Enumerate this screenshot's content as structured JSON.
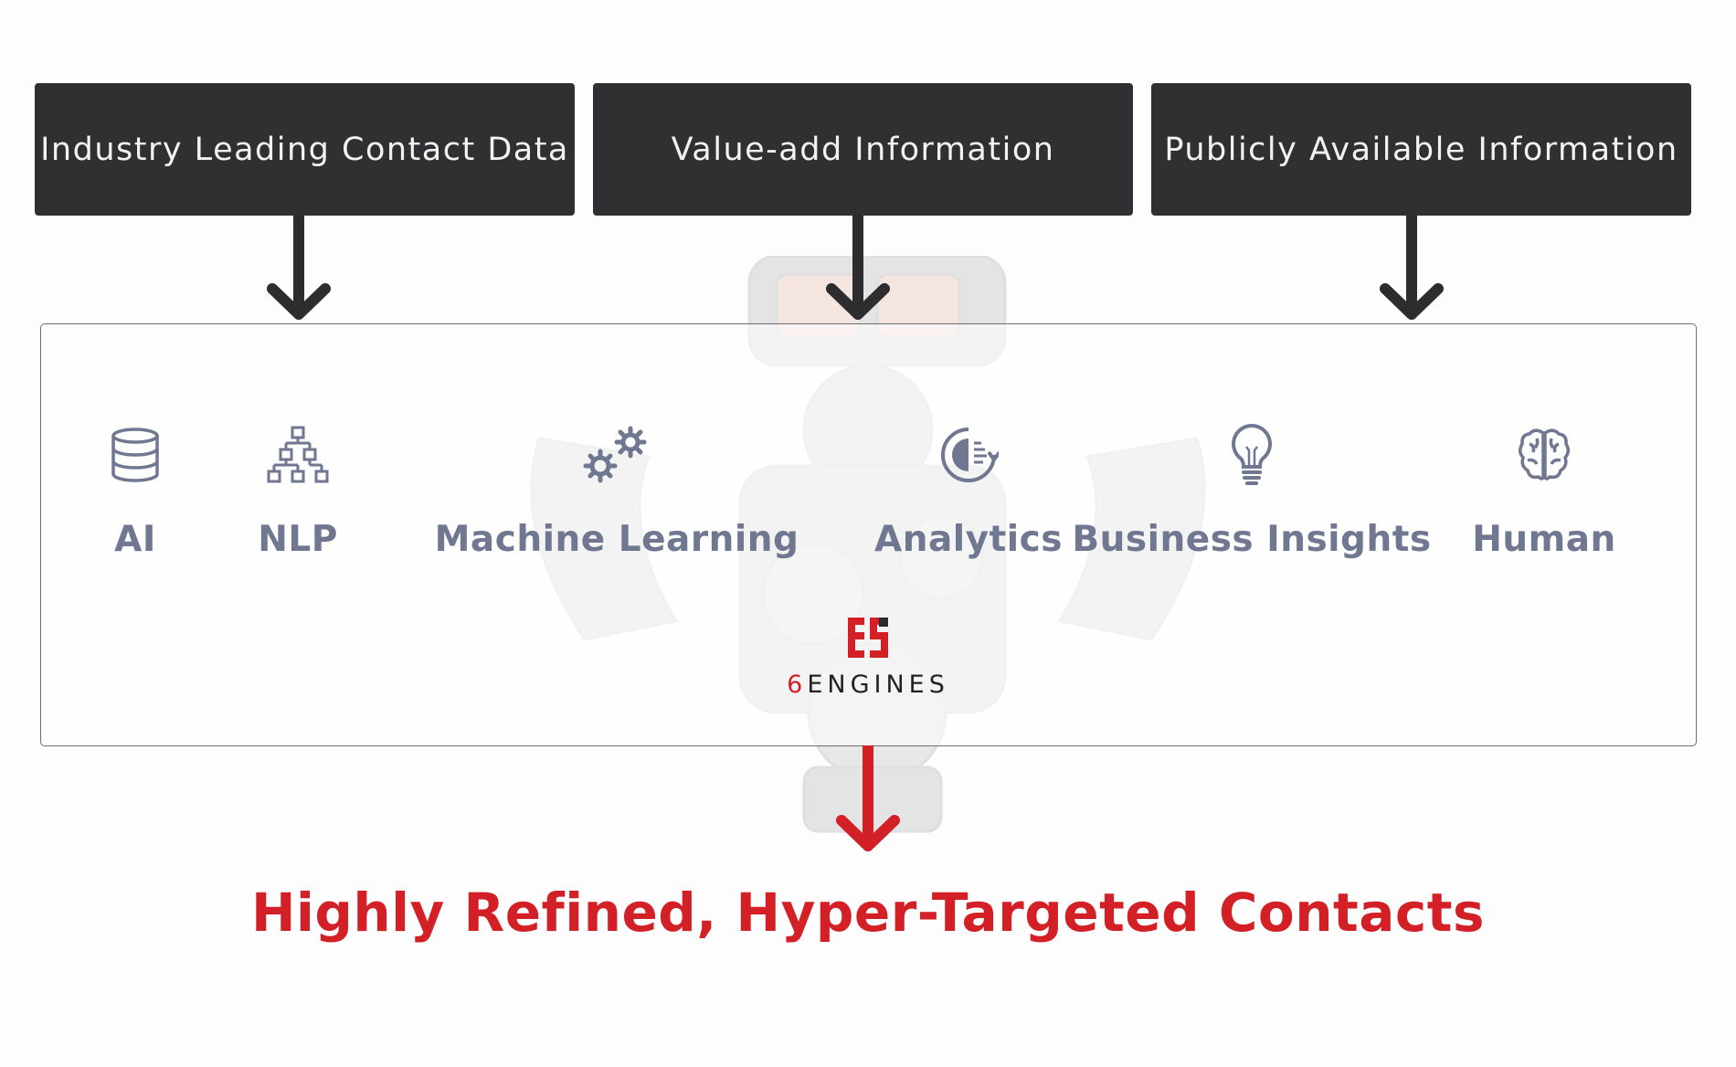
{
  "sources": [
    {
      "label": "Industry Leading Contact Data"
    },
    {
      "label": "Value-add Information"
    },
    {
      "label": "Publicly Available Information"
    }
  ],
  "technologies": [
    {
      "label": "AI",
      "icon": "database-icon"
    },
    {
      "label": "NLP",
      "icon": "hierarchy-icon"
    },
    {
      "label": "Machine Learning",
      "icon": "gears-icon"
    },
    {
      "label": "Analytics",
      "icon": "analytics-icon"
    },
    {
      "label": "Business Insights",
      "icon": "lightbulb-icon"
    },
    {
      "label": "Human",
      "icon": "brain-icon"
    }
  ],
  "brand": {
    "name": "ENGINES",
    "mark_color": "#d32026"
  },
  "result": {
    "label": "Highly Refined, Hyper-Targeted Contacts"
  },
  "colors": {
    "source_box": "#302f31",
    "tech_label": "#6f7791",
    "result": "#d32026",
    "arrow_dark": "#2d2d2f",
    "arrow_red": "#d32026"
  }
}
